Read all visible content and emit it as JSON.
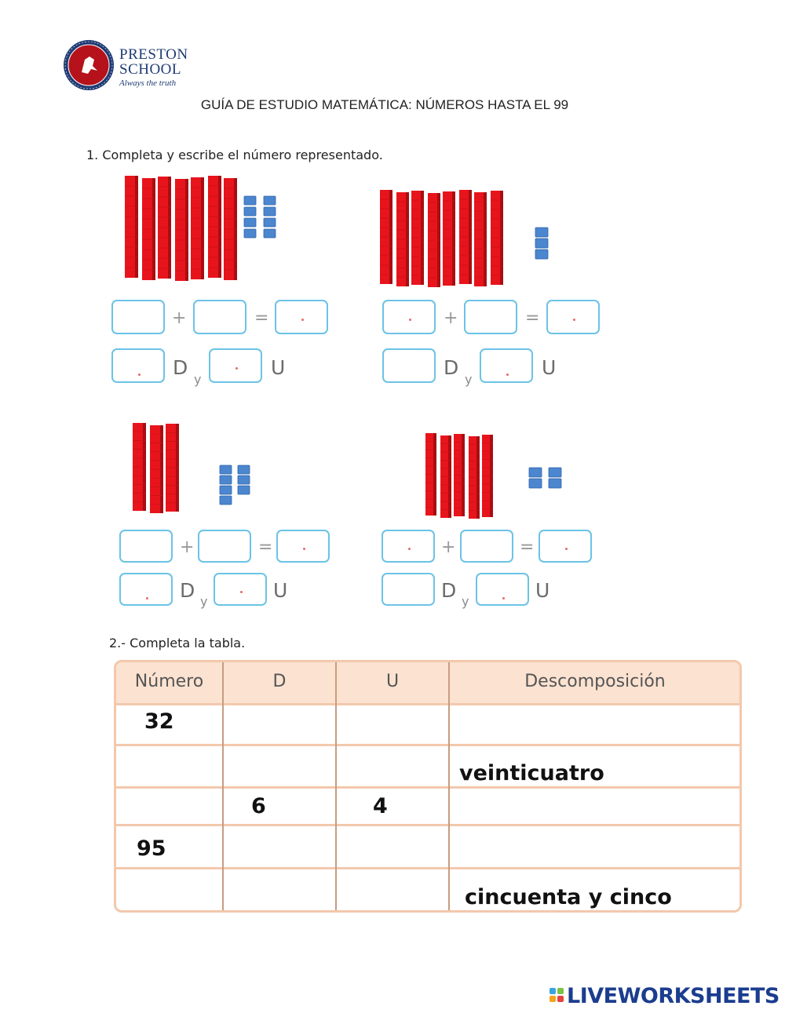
{
  "header": {
    "school_name_line1": "PRESTON",
    "school_name_line2": "SCHOOL",
    "motto": "Always the truth",
    "title": "GUÍA DE ESTUDIO MATEMÁTICA: NÚMEROS HASTA EL 99"
  },
  "question1": {
    "label": "1.   Completa y escribe el número representado.",
    "plus": "+",
    "equals": "=",
    "tens_letter": "D",
    "and_letter": "y",
    "units_letter": "U",
    "exercises": [
      {
        "tens_rods": 7,
        "unit_cubes": 8
      },
      {
        "tens_rods": 8,
        "unit_cubes": 3
      },
      {
        "tens_rods": 3,
        "unit_cubes": 7
      },
      {
        "tens_rods": 5,
        "unit_cubes": 4
      }
    ]
  },
  "question2": {
    "label": "2.- Completa la tabla.",
    "columns": [
      "Número",
      "D",
      "U",
      "Descomposición"
    ],
    "rows": [
      {
        "numero": "32",
        "d": "",
        "u": "",
        "descomposicion": ""
      },
      {
        "numero": "",
        "d": "",
        "u": "",
        "descomposicion": "veinticuatro"
      },
      {
        "numero": "",
        "d": "6",
        "u": "4",
        "descomposicion": ""
      },
      {
        "numero": "95",
        "d": "",
        "u": "",
        "descomposicion": ""
      },
      {
        "numero": "",
        "d": "",
        "u": "",
        "descomposicion": "cincuenta y cinco"
      }
    ]
  },
  "footer": {
    "brand": "LIVEWORKSHEETS"
  },
  "colors": {
    "rod": "#e8141c",
    "cube": "#4b86cf",
    "box_border": "#6cc3e6",
    "table_border": "#f3c8ac",
    "table_header": "#fbe2d1"
  }
}
